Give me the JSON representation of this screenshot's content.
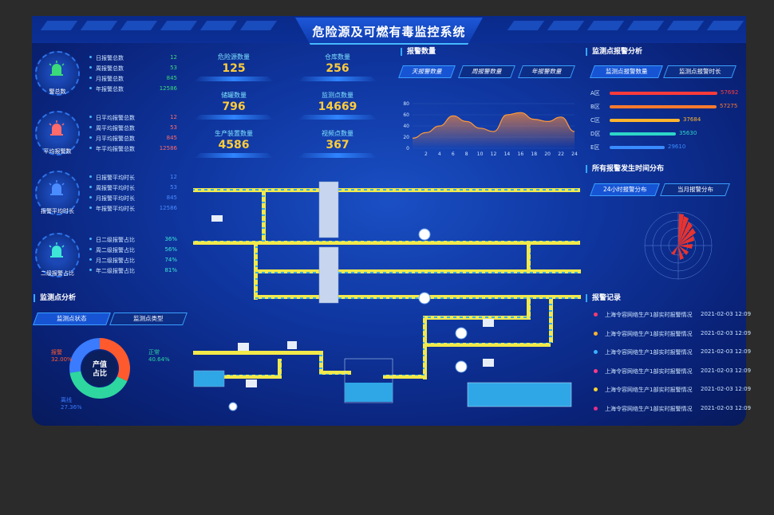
{
  "title": "危险源及可燃有毒监控系统",
  "left": {
    "groups": [
      {
        "label": "警总数",
        "icon": "alarm-bell-green-icon",
        "color": "#3cd97a",
        "rows": [
          {
            "label": "日报警总数",
            "value": "12"
          },
          {
            "label": "周报警总数",
            "value": "53"
          },
          {
            "label": "月报警总数",
            "value": "845"
          },
          {
            "label": "年报警总数",
            "value": "12586"
          }
        ]
      },
      {
        "label": "平均报警数",
        "icon": "alarm-bell-red-icon",
        "color": "#ff6a6a",
        "rows": [
          {
            "label": "日平均报警总数",
            "value": "12"
          },
          {
            "label": "周平均报警总数",
            "value": "53"
          },
          {
            "label": "月平均报警总数",
            "value": "845"
          },
          {
            "label": "年平均报警总数",
            "value": "12586"
          }
        ]
      },
      {
        "label": "报警平均时长",
        "icon": "alarm-bell-blue-icon",
        "color": "#4a8bff",
        "rows": [
          {
            "label": "日报警平均时长",
            "value": "12"
          },
          {
            "label": "周报警平均时长",
            "value": "53"
          },
          {
            "label": "月报警平均时长",
            "value": "845"
          },
          {
            "label": "年报警平均时长",
            "value": "12586"
          }
        ]
      },
      {
        "label": "二级报警占比",
        "icon": "alarm-bell-cyan-icon",
        "color": "#3de6d6",
        "rows": [
          {
            "label": "日二级报警占比",
            "value": "36%"
          },
          {
            "label": "周二级报警占比",
            "value": "56%"
          },
          {
            "label": "月二级报警占比",
            "value": "74%"
          },
          {
            "label": "年二级报警占比",
            "value": "81%"
          }
        ]
      }
    ],
    "monitor_section_title": "监测点分析",
    "monitor_tabs": [
      "监测点状态",
      "监测点类型"
    ],
    "donut": {
      "center": "产值\n占比",
      "center_line1": "产值",
      "center_line2": "占比",
      "segments": [
        {
          "label": "报警",
          "pct": "32.00%",
          "value": 32.0,
          "color": "#ff5a2e"
        },
        {
          "label": "正常",
          "pct": "40.64%",
          "value": 40.64,
          "color": "#2ed6a0"
        },
        {
          "label": "离线",
          "pct": "27.36%",
          "value": 27.36,
          "color": "#3a7bff"
        }
      ]
    }
  },
  "stats": [
    {
      "label": "危险源数量",
      "value": "125"
    },
    {
      "label": "仓库数量",
      "value": "256"
    },
    {
      "label": "储罐数量",
      "value": "796"
    },
    {
      "label": "监测点数量",
      "value": "14669"
    },
    {
      "label": "生产装置数量",
      "value": "4586"
    },
    {
      "label": "视频点数量",
      "value": "367"
    }
  ],
  "alarm_count": {
    "title": "报警数量",
    "tabs": [
      "天报警数量",
      "周报警数量",
      "年报警数量"
    ]
  },
  "chart_data": {
    "type": "area",
    "x": [
      0,
      2,
      4,
      6,
      8,
      10,
      12,
      14,
      16,
      18,
      20,
      22,
      24
    ],
    "values": [
      18,
      28,
      40,
      58,
      48,
      36,
      30,
      60,
      64,
      52,
      48,
      56,
      30
    ],
    "ylim": [
      0,
      80
    ],
    "yticks": [
      "0",
      "20",
      "40",
      "60",
      "80"
    ],
    "xticks": [
      "0",
      "2",
      "4",
      "6",
      "8",
      "10",
      "12",
      "14",
      "16",
      "18",
      "20",
      "22",
      "24"
    ]
  },
  "monitor_alarm": {
    "title": "监测点报警分析",
    "tabs": [
      "监测点报警数量",
      "监测点报警时长"
    ],
    "bars": [
      {
        "label": "A区",
        "value": "57692",
        "num": 57692,
        "color": "#ff3b3b"
      },
      {
        "label": "B区",
        "value": "57275",
        "num": 57275,
        "color": "#ff7a2e"
      },
      {
        "label": "C区",
        "value": "37684",
        "num": 37684,
        "color": "#ffb52e"
      },
      {
        "label": "D区",
        "value": "35630",
        "num": 35630,
        "color": "#2ed6c8"
      },
      {
        "label": "E区",
        "value": "29610",
        "num": 29610,
        "color": "#3a8bff"
      }
    ]
  },
  "time_dist": {
    "title": "所有报警发生时间分布",
    "tabs": [
      "24小时报警分布",
      "当月报警分布"
    ]
  },
  "alarm_records": {
    "title": "报警记录",
    "rows": [
      {
        "text": "上海令容网络生产1部实时报警情况",
        "time": "2021-02-03  12:09",
        "color": "#ff3b6b"
      },
      {
        "text": "上海令容网络生产1部实时报警情况",
        "time": "2021-02-03  12:09",
        "color": "#ffb52e"
      },
      {
        "text": "上海令容网络生产1部实时报警情况",
        "time": "2021-02-03  12:09",
        "color": "#3ab0ff"
      },
      {
        "text": "上海令容网络生产1部实时报警情况",
        "time": "2021-02-03  12:09",
        "color": "#ff3b8a"
      },
      {
        "text": "上海令容网络生产1部实时报警情况",
        "time": "2021-02-03  12:09",
        "color": "#ffd42e"
      },
      {
        "text": "上海令容网络生产1部实时报警情况",
        "time": "2021-02-03  12:09",
        "color": "#e62e8a"
      }
    ]
  }
}
